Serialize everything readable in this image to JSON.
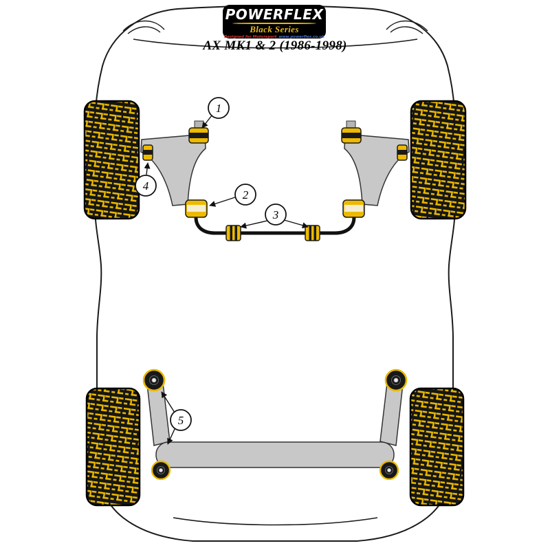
{
  "header": {
    "logo": {
      "brand": "POWERFLEX",
      "series": "Black Series",
      "tagline_left": "Designed for Motorsport",
      "tagline_right": "www.powerflex.co.uk"
    },
    "title": "AX MK1 & 2 (1986-1998)"
  },
  "diagram": {
    "callouts": [
      {
        "number": "1"
      },
      {
        "number": "2"
      },
      {
        "number": "3"
      },
      {
        "number": "4"
      },
      {
        "number": "5"
      }
    ]
  },
  "colors": {
    "bush_yellow": "#EDBA00",
    "series_gold": "#E8B923",
    "arm_gray": "#C8C8C8",
    "tire_black": "#161616",
    "outline_black": "#1A1A1A",
    "tagline_red": "#E03030",
    "tagline_blue": "#4A6FD0"
  }
}
